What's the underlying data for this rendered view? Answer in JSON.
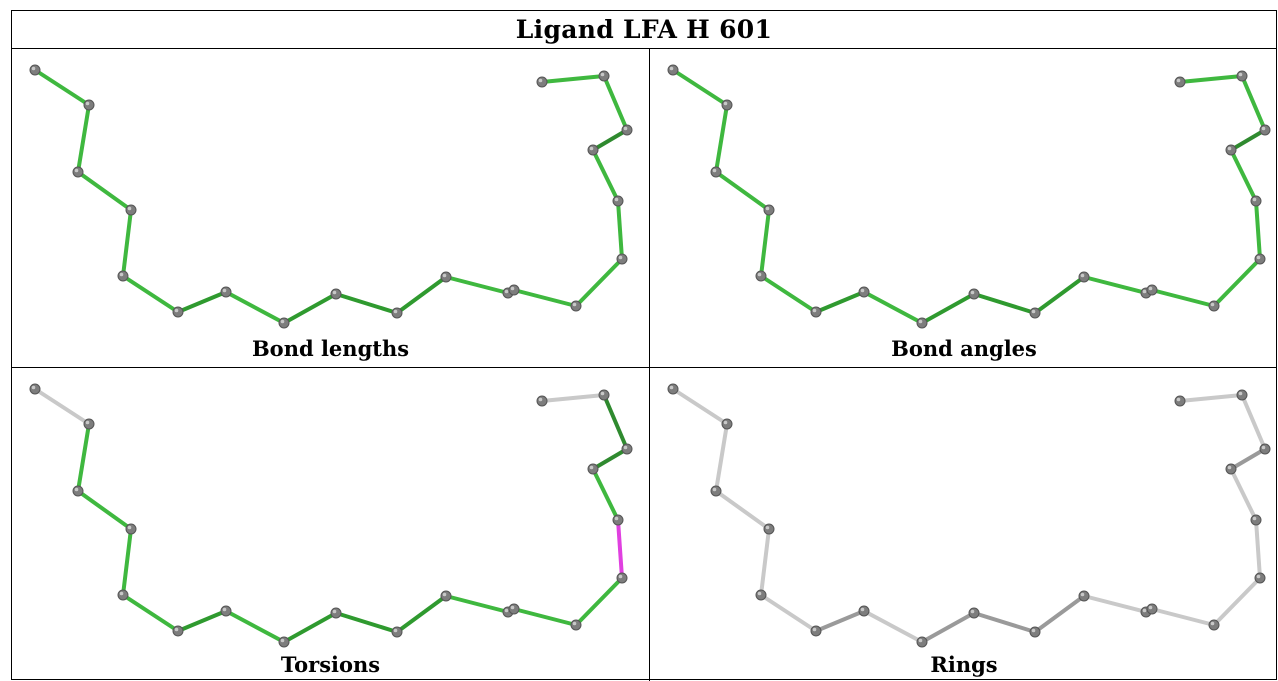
{
  "title": "Ligand LFA H 601",
  "panels": [
    {
      "caption": "Bond lengths",
      "colors": [
        "#3fb83f",
        "#3fb83f",
        "#3fb83f",
        "#3fb83f",
        "#3fb83f",
        "#2f9a2f",
        "#3fb83f",
        "#2f9a2f",
        "#2f9a2f",
        "#2f9a2f",
        "#3fb83f",
        "#3fb83f",
        "#3fb83f",
        "#3fb83f",
        "#3fb83f",
        "#3fb83f",
        "#2f8a2f",
        "#3fb83f",
        "#3fb83f"
      ]
    },
    {
      "caption": "Bond angles",
      "colors": [
        "#3fb83f",
        "#3fb83f",
        "#3fb83f",
        "#3fb83f",
        "#3fb83f",
        "#2f9a2f",
        "#3fb83f",
        "#2f9a2f",
        "#2f9a2f",
        "#2f9a2f",
        "#3fb83f",
        "#3fb83f",
        "#3fb83f",
        "#3fb83f",
        "#3fb83f",
        "#3fb83f",
        "#2f8a2f",
        "#3fb83f",
        "#3fb83f"
      ]
    },
    {
      "caption": "Torsions",
      "colors": [
        "#c9c9c9",
        "#3fb83f",
        "#3fb83f",
        "#3fb83f",
        "#3fb83f",
        "#2f9a2f",
        "#3fb83f",
        "#2f9a2f",
        "#2f9a2f",
        "#2f9a2f",
        "#3fb83f",
        "#3fb83f",
        "#3fb83f",
        "#3fb83f",
        "#e040e0",
        "#3fb83f",
        "#2f8a2f",
        "#2f8a2f",
        "#c9c9c9"
      ]
    },
    {
      "caption": "Rings",
      "colors": [
        "#c9c9c9",
        "#c9c9c9",
        "#c9c9c9",
        "#c9c9c9",
        "#c9c9c9",
        "#9a9a9a",
        "#c9c9c9",
        "#9a9a9a",
        "#9a9a9a",
        "#9a9a9a",
        "#c9c9c9",
        "#c9c9c9",
        "#c9c9c9",
        "#c9c9c9",
        "#c9c9c9",
        "#c9c9c9",
        "#9a9a9a",
        "#c9c9c9",
        "#c9c9c9"
      ]
    }
  ]
}
